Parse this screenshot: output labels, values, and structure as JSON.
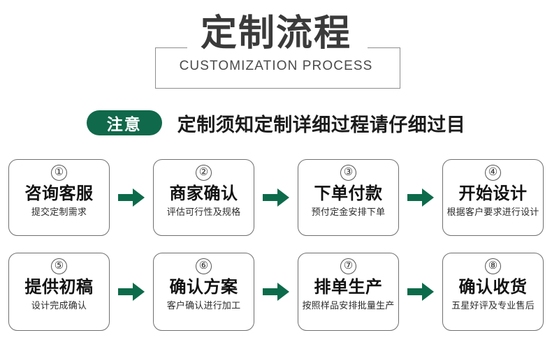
{
  "header": {
    "title": "定制流程",
    "subtitle": "CUSTOMIZATION PROCESS"
  },
  "notice": {
    "badge_label": "注意",
    "text": "定制须知定制详细过程请仔细过目",
    "badge_color": "#10694a"
  },
  "theme": {
    "arrow_color": "#0c6b4a",
    "title_color": "#3a3a3a",
    "frame_color": "#8d8d8d",
    "card_border_color": "#6f6f6f"
  },
  "steps": [
    {
      "number": "①",
      "title": "咨询客服",
      "subtitle": "提交定制需求"
    },
    {
      "number": "②",
      "title": "商家确认",
      "subtitle": "评估可行性及规格"
    },
    {
      "number": "③",
      "title": "下单付款",
      "subtitle": "预付定金安排下单"
    },
    {
      "number": "④",
      "title": "开始设计",
      "subtitle": "根据客户要求进行设计"
    },
    {
      "number": "⑤",
      "title": "提供初稿",
      "subtitle": "设计完成确认"
    },
    {
      "number": "⑥",
      "title": "确认方案",
      "subtitle": "客户确认进行加工"
    },
    {
      "number": "⑦",
      "title": "排单生产",
      "subtitle": "按照样品安排批量生产"
    },
    {
      "number": "⑧",
      "title": "确认收货",
      "subtitle": "五星好评及专业售后"
    }
  ]
}
